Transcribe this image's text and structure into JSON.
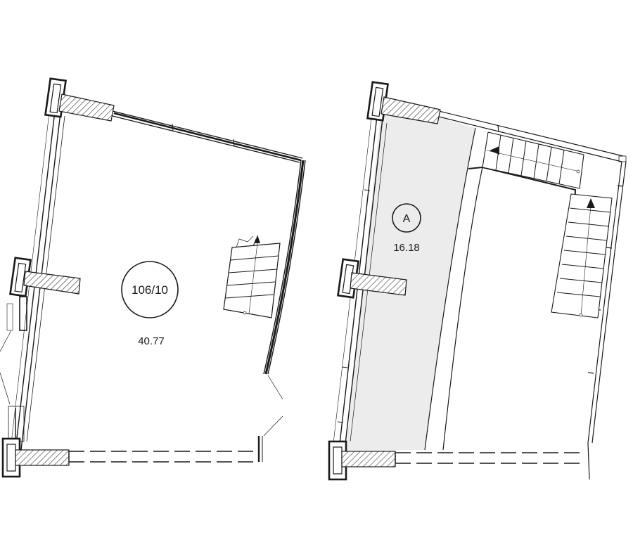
{
  "plans": [
    {
      "unit_label": "106/10",
      "area": "40.77"
    },
    {
      "zone_label": "A",
      "area": "16.18"
    }
  ],
  "colors": {
    "line": "#1a1a1a",
    "hatch": "#333333",
    "zone_fill": "#ececec",
    "background": "#ffffff"
  }
}
